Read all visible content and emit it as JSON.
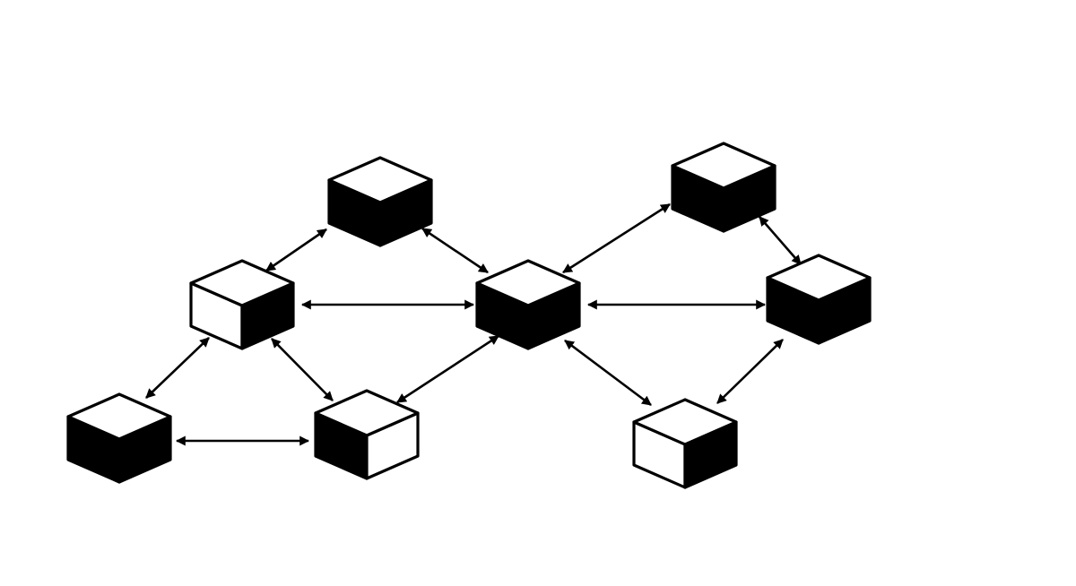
{
  "diagram": {
    "colors": {
      "background": "#ffffff",
      "ink": "#000000"
    },
    "nodes": [
      {
        "id": "top-center-left",
        "top_face": "white",
        "left_face": "black",
        "right_face": "black"
      },
      {
        "id": "top-right",
        "top_face": "white",
        "left_face": "black",
        "right_face": "black"
      },
      {
        "id": "middle-left",
        "top_face": "white",
        "left_face": "white",
        "right_face": "black"
      },
      {
        "id": "center",
        "top_face": "white",
        "left_face": "black",
        "right_face": "black"
      },
      {
        "id": "middle-right",
        "top_face": "white",
        "left_face": "black",
        "right_face": "black"
      },
      {
        "id": "bottom-left",
        "top_face": "white",
        "left_face": "black",
        "right_face": "black"
      },
      {
        "id": "bottom-center-left",
        "top_face": "white",
        "left_face": "black",
        "right_face": "white"
      },
      {
        "id": "bottom-right",
        "top_face": "white",
        "left_face": "white",
        "right_face": "black"
      }
    ],
    "links": [
      {
        "from": "middle-left",
        "to": "top-center-left",
        "direction": "bidirectional"
      },
      {
        "from": "top-center-left",
        "to": "center",
        "direction": "bidirectional"
      },
      {
        "from": "middle-left",
        "to": "center",
        "direction": "bidirectional"
      },
      {
        "from": "center",
        "to": "top-right",
        "direction": "bidirectional"
      },
      {
        "from": "center",
        "to": "middle-right",
        "direction": "bidirectional"
      },
      {
        "from": "top-right",
        "to": "middle-right",
        "direction": "bidirectional"
      },
      {
        "from": "middle-left",
        "to": "bottom-left",
        "direction": "bidirectional"
      },
      {
        "from": "middle-left",
        "to": "bottom-center-left",
        "direction": "bidirectional"
      },
      {
        "from": "bottom-left",
        "to": "bottom-center-left",
        "direction": "bidirectional"
      },
      {
        "from": "bottom-center-left",
        "to": "center",
        "direction": "bidirectional"
      },
      {
        "from": "center",
        "to": "bottom-right",
        "direction": "bidirectional"
      },
      {
        "from": "middle-right",
        "to": "bottom-right",
        "direction": "bidirectional"
      }
    ]
  }
}
